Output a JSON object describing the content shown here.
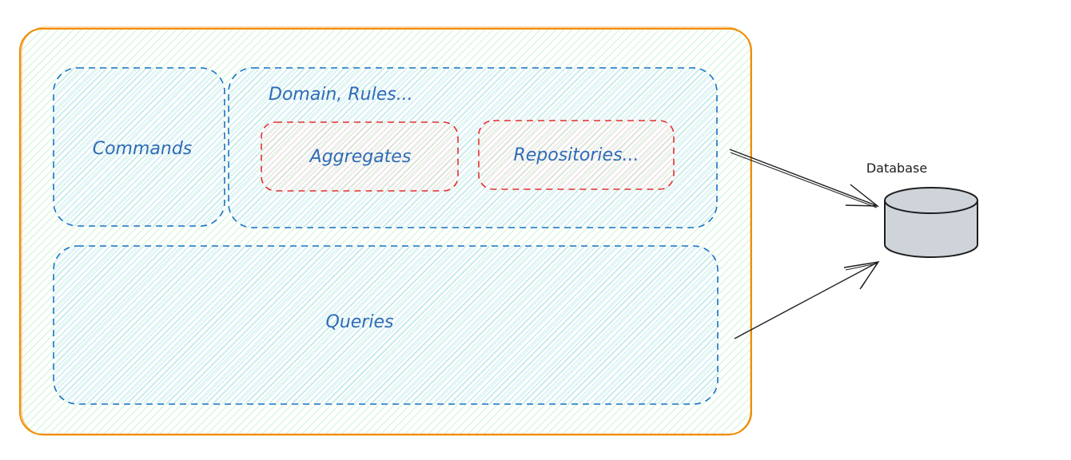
{
  "diagram": {
    "labels": {
      "commands": "Commands",
      "domain_rules": "Domain, Rules...",
      "aggregates": "Aggregates",
      "repositories": "Repositories...",
      "queries": "Queries",
      "database": "Database"
    },
    "colors": {
      "outer_border": "#f08c00",
      "outer_hatch": "#b2f2bb",
      "blue_border": "#1971c2",
      "blue_hatch": "#a5d8ff",
      "red_border": "#e03131",
      "red_hatch": "#ffc9c9",
      "label_text": "#2f6bb5",
      "database_fill": "#ced4da",
      "stroke": "#1e1e1e"
    }
  }
}
